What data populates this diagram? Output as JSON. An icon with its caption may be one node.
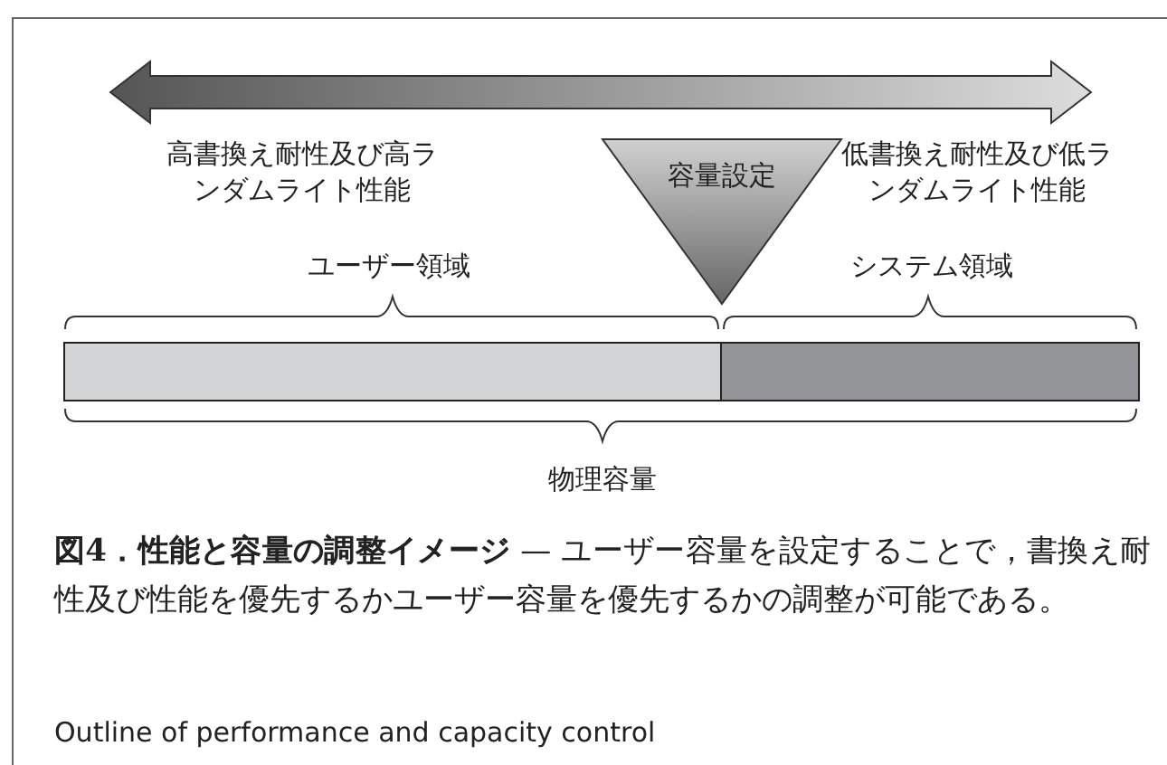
{
  "diagram": {
    "caption": "**図4．性能と容量の調整イメージ** — ユーザー容量を設定することで，書換え耐性及び性能を優先するかユーザー容量を優先するかの調整が可能である。",
    "nodes": [
      {
        "text": [
          "容量設定"
        ]
      },
      {
        "text": [],
        "shape": "bar"
      },
      {
        "text": [],
        "shape": "bar"
      }
    ],
    "labels": [
      "高書換え耐性及び高ランダムライト性能",
      "低書換え耐性及び低ランダムライト性能",
      "ユーザー領域",
      "システム領域",
      "物理容量",
      "Outline of performance and capacity control"
    ]
  }
}
